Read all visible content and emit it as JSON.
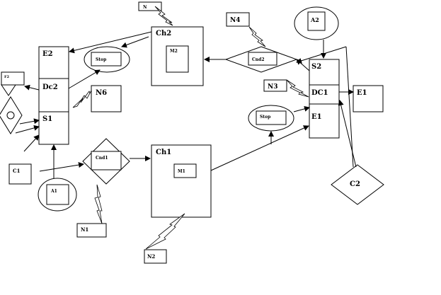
{
  "labels": {
    "e2": "E2",
    "dc2": "Dc2",
    "s1": "S1",
    "f2": "F2",
    "ch2": "Ch2",
    "m2": "M2",
    "n_top": "N",
    "n4": "N4",
    "cnd2": "Cnd2",
    "a2": "A2",
    "s2": "S2",
    "dc1": "DC1",
    "e1_block": "E1",
    "e1_right": "E1",
    "n3": "N3",
    "stop_top": "Stop",
    "stop_mid": "Stop",
    "n6": "N6",
    "c1": "C1",
    "cnd1": "Cnd1",
    "a1": "A1",
    "n1": "N1",
    "ch1": "Ch1",
    "m1": "M1",
    "n2": "N2",
    "c2": "C2"
  }
}
